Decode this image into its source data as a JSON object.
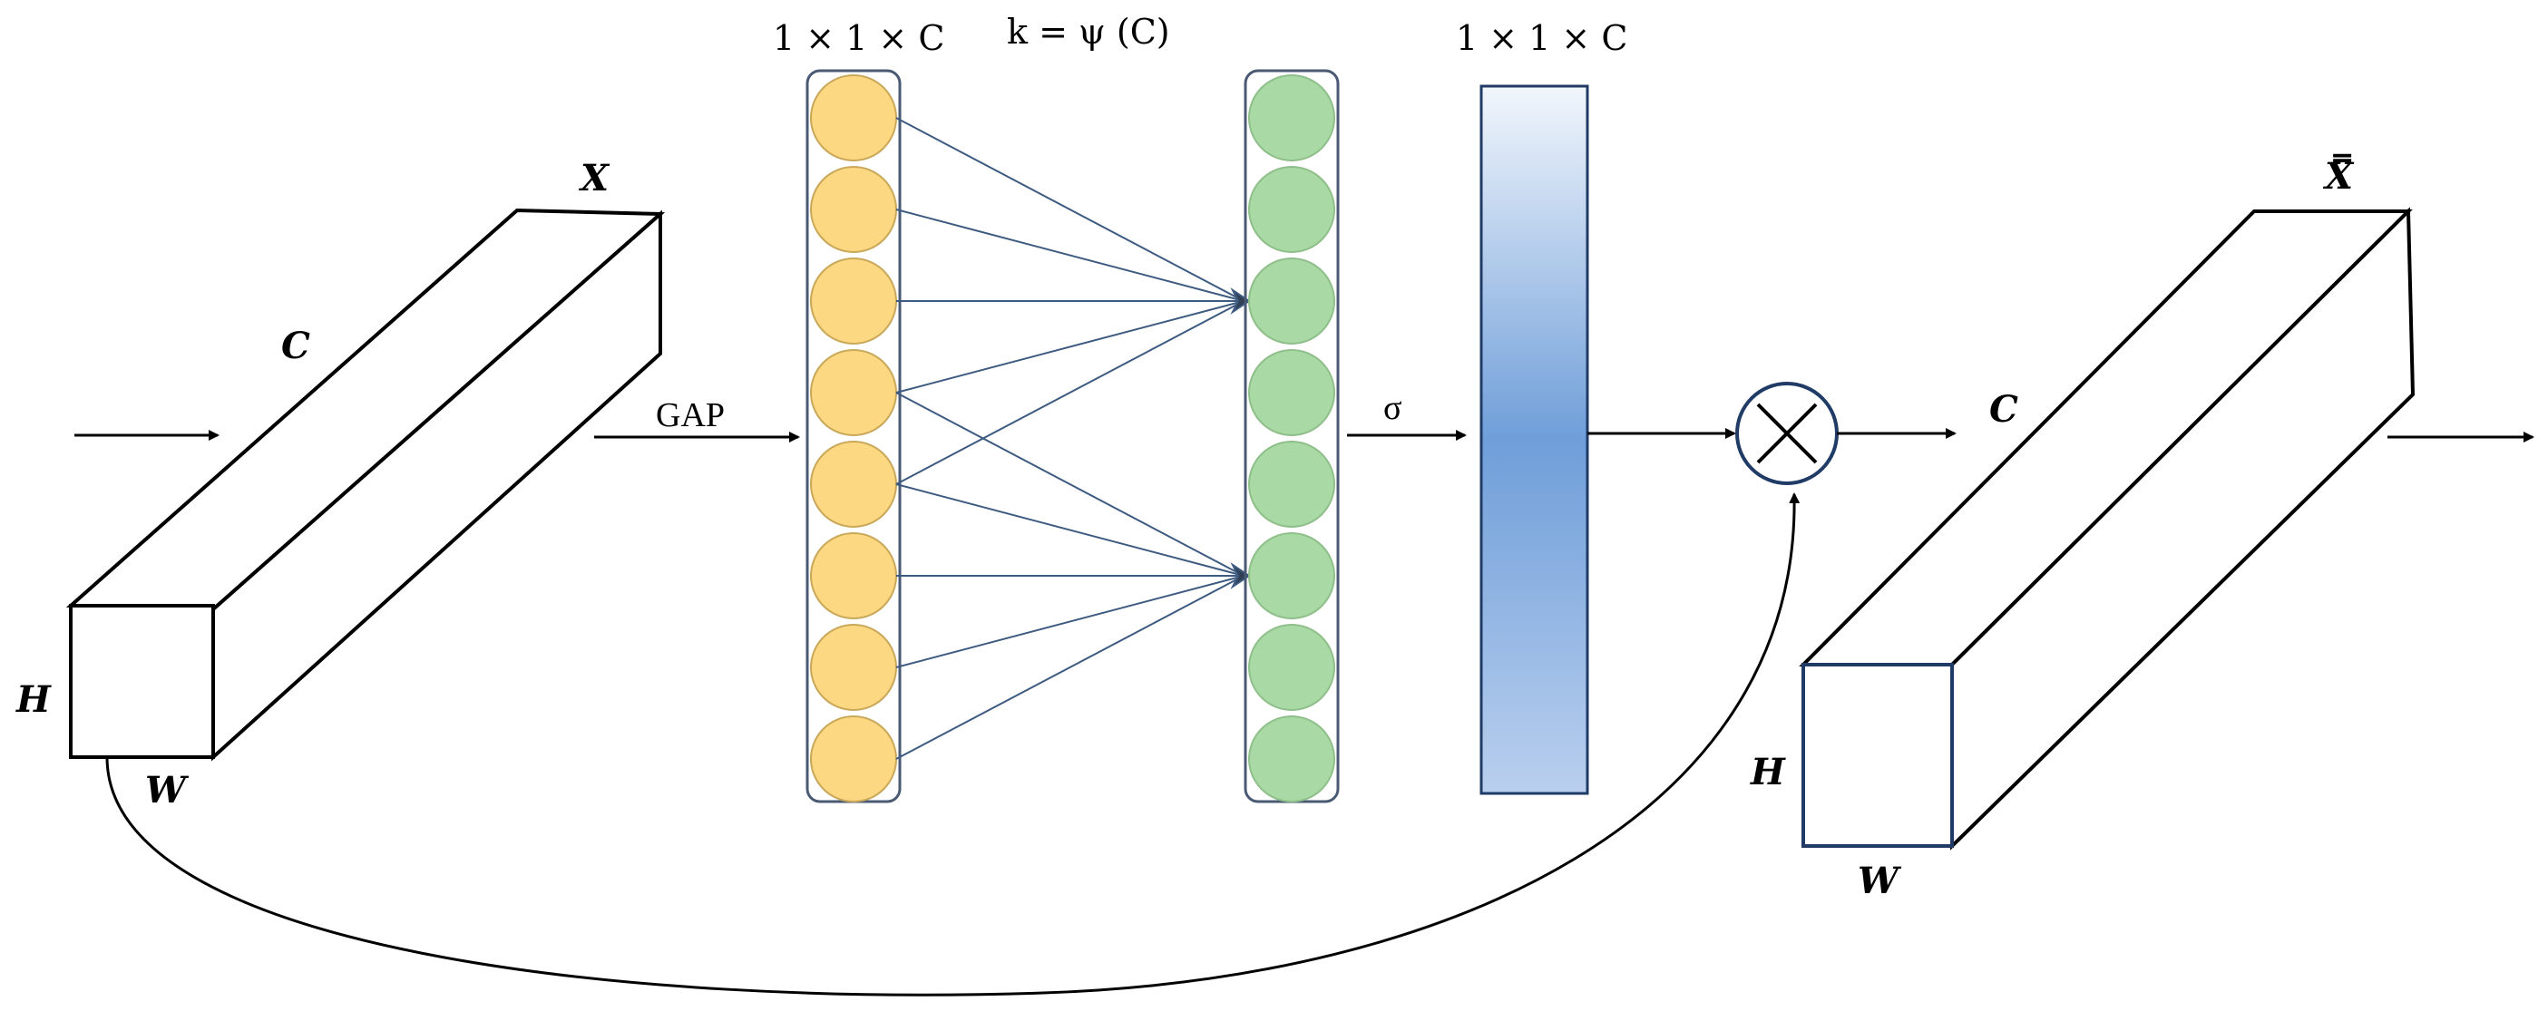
{
  "input_tensor": {
    "name": "X",
    "channel_label": "C",
    "height_label": "H",
    "width_label": "W"
  },
  "gap_label": "GAP",
  "pooled_vector": {
    "shape_label": "1 × 1 × C",
    "node_count": 8,
    "color": "#fdd882"
  },
  "kernel_label": "k = ψ (C)",
  "conv_vector": {
    "node_count": 8,
    "color": "#a9d9a4"
  },
  "sigmoid_label": "σ",
  "weights_bar": {
    "shape_label": "1 × 1 × C",
    "color": "#6f9ed9"
  },
  "multiply_symbol": "×",
  "output_tensor": {
    "name": "X̿",
    "channel_label": "C",
    "height_label": "H",
    "width_label": "W"
  }
}
